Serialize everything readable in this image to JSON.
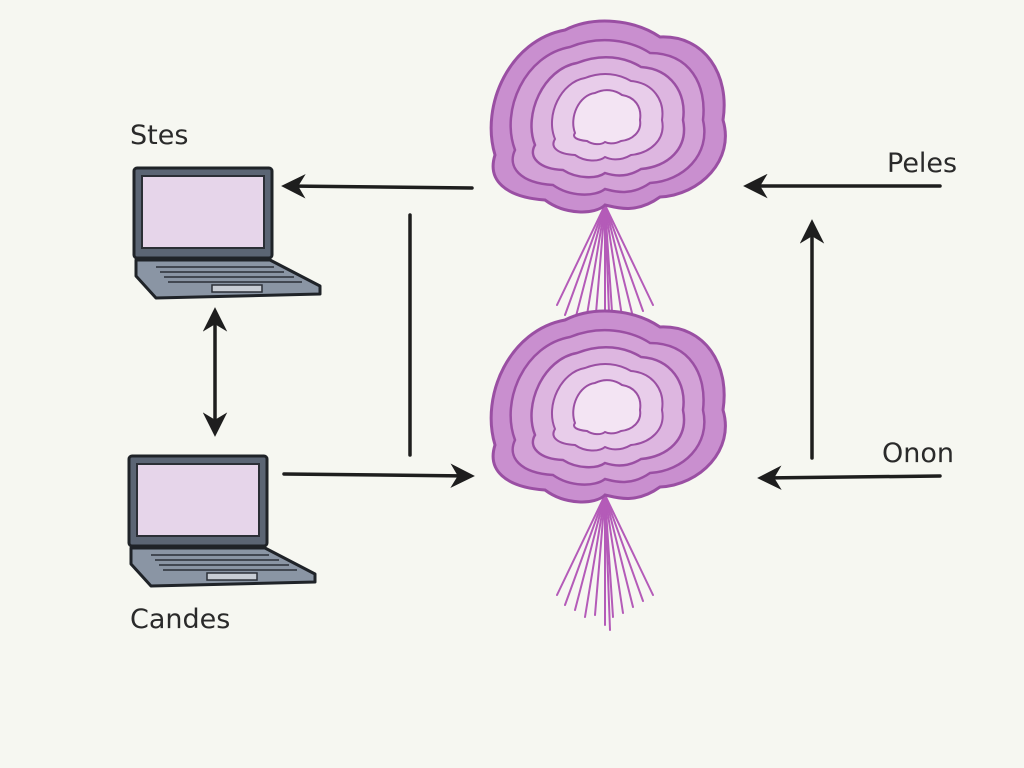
{
  "labels": {
    "top_left": "Stes",
    "bottom_left": "Candes",
    "top_right": "Peles",
    "bottom_right": "Onon"
  },
  "nodes": [
    {
      "id": "laptop-top",
      "kind": "laptop",
      "icon": "laptop-icon"
    },
    {
      "id": "laptop-bottom",
      "kind": "laptop",
      "icon": "laptop-icon"
    },
    {
      "id": "onion-top",
      "kind": "onion",
      "icon": "onion-icon"
    },
    {
      "id": "onion-bottom",
      "kind": "onion",
      "icon": "onion-icon"
    }
  ],
  "edges": [
    {
      "from": "onion-top",
      "to": "laptop-top"
    },
    {
      "from": "laptop-top",
      "to": "laptop-bottom",
      "bidirectional": true
    },
    {
      "from": "laptop-bottom",
      "to": "onion-bottom"
    },
    {
      "from": "top-right-label",
      "to": "onion-top"
    },
    {
      "from": "bottom-right-label",
      "to": "onion-bottom"
    },
    {
      "from": "bottom-right-label",
      "to": "top-right-label"
    }
  ],
  "colors": {
    "background": "#f6f7f1",
    "onion_fill": "#c98fcf",
    "onion_stroke": "#9a4fa3",
    "screen": "#e6d5ea",
    "laptop_body": "#7f8a99",
    "line": "#1e1e1e"
  }
}
